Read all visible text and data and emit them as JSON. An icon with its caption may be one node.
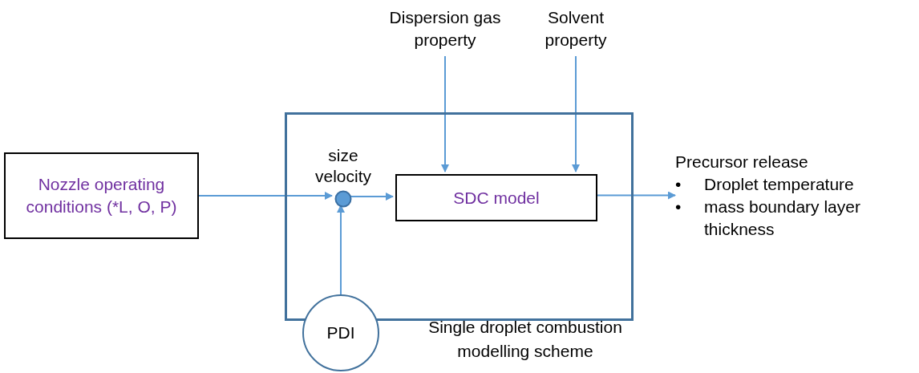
{
  "diagram": {
    "caption": "Single droplet combustion modelling scheme",
    "nodes": [
      {
        "text": [],
        "shape": "box"
      },
      {
        "text": [
          "Nozzle operating conditions (*L, O, P)"
        ]
      },
      {
        "text": [],
        "shape": "circle",
        "in": 0,
        "beside": [
          "size velocity"
        ]
      },
      {
        "text": [
          "SDC model"
        ],
        "in": 0
      },
      {
        "text": [
          "Dispersion gas property"
        ]
      },
      {
        "text": [
          "Solvent property"
        ]
      },
      {
        "text": [
          "PDI"
        ]
      },
      {
        "text": [
          "Precursor release",
          "Droplet temperature",
          "mass boundary layer thickness"
        ]
      }
    ],
    "edges": [
      {
        "from": 1,
        "to": 2,
        "arrow": "to"
      },
      {
        "from": 2,
        "to": 3,
        "arrow": "to"
      },
      {
        "from": 4,
        "to": 3,
        "arrow": "to"
      },
      {
        "from": 5,
        "to": 3,
        "arrow": "to"
      },
      {
        "from": 6,
        "to": 2,
        "arrow": "to"
      },
      {
        "from": 3,
        "to": 7,
        "arrow": "to"
      }
    ],
    "labels": [
      "•",
      "•"
    ]
  }
}
